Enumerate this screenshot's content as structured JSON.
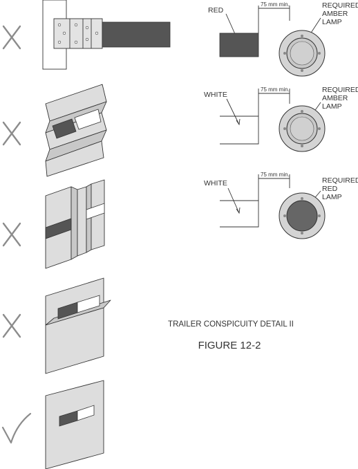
{
  "details": [
    {
      "mark": "x",
      "icon": "cross-mark-icon"
    },
    {
      "mark": "x",
      "icon": "cross-mark-icon"
    },
    {
      "mark": "x",
      "icon": "cross-mark-icon"
    },
    {
      "mark": "x",
      "icon": "cross-mark-icon"
    },
    {
      "mark": "check",
      "icon": "check-mark-icon"
    }
  ],
  "lamp_diagrams": [
    {
      "tape_label": "RED",
      "dimension": "75 mm min.",
      "lamp_lines": [
        "REQUIRED",
        "AMBER",
        "LAMP"
      ]
    },
    {
      "tape_label": "WHITE",
      "dimension": "75 mm min.",
      "lamp_lines": [
        "REQUIRED",
        "AMBER",
        "LAMP"
      ]
    },
    {
      "tape_label": "WHITE",
      "dimension": "75 mm min.",
      "lamp_lines": [
        "REQUIRED",
        "RED",
        "LAMP"
      ]
    }
  ],
  "caption": {
    "title": "TRAILER CONSPICUITY DETAIL II",
    "figure": "FIGURE 12-2"
  },
  "colors": {
    "red_tape": "#555555",
    "white_tape": "#ffffff",
    "amber_lens": "#c8c8c8",
    "red_lens": "#666666",
    "mark": "#8c8c8c"
  }
}
